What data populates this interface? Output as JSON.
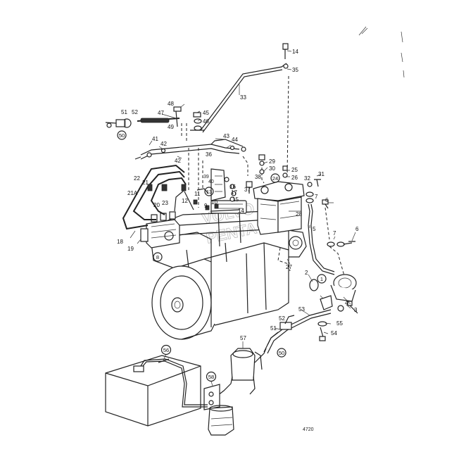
{
  "diagram": {
    "watermark_lines": [
      "VOLVO",
      "PENTA"
    ],
    "reference_number": "4720",
    "callouts": [
      "14",
      "35",
      "33",
      "48",
      "45",
      "46",
      "47",
      "49",
      "51",
      "52",
      "50",
      "43",
      "44",
      "41",
      "42",
      "36",
      "42",
      "29",
      "30",
      "25",
      "26",
      "31",
      "22",
      "21",
      "21A",
      "20",
      "23",
      "24",
      "39",
      "40",
      "13",
      "16",
      "17",
      "15",
      "11",
      "12",
      "10",
      "9",
      "14",
      "38",
      "37",
      "32",
      "7",
      "6",
      "28",
      "5",
      "7",
      "6",
      "18",
      "19",
      "8",
      "27",
      "2",
      "1",
      "4",
      "3",
      "53",
      "52",
      "55",
      "54",
      "51",
      "50",
      "57",
      "56",
      "58"
    ],
    "circled_callouts": [
      "50",
      "13",
      "24",
      "8",
      "1",
      "50",
      "56",
      "58"
    ]
  }
}
